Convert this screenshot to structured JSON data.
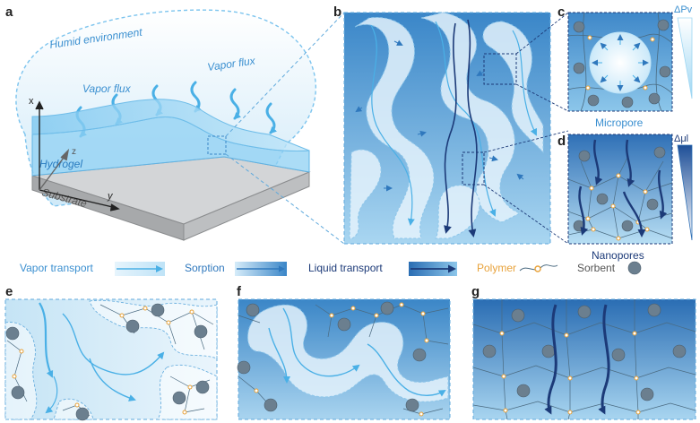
{
  "panels": {
    "a": "a",
    "b": "b",
    "c": "c",
    "d": "d",
    "e": "e",
    "f": "f",
    "g": "g"
  },
  "panel_a": {
    "humid_environment": "Humid environment",
    "vapor_flux_left": "Vapor flux",
    "vapor_flux_right": "Vapor flux",
    "hydrogel": "Hydrogel",
    "substrate": "Substrate",
    "axis_x": "x",
    "axis_y": "y",
    "axis_z": "z"
  },
  "panel_c": {
    "label": "Micropore",
    "gradient_label": "ΔPv"
  },
  "panel_d": {
    "label": "Nanopores",
    "gradient_label": "Δμl"
  },
  "legend": {
    "vapor_transport": "Vapor transport",
    "sorption": "Sorption",
    "liquid_transport": "Liquid transport",
    "polymer": "Polymer",
    "sorbent": "Sorbent"
  },
  "colors": {
    "vapor": "#4ab0e6",
    "liquid": "#1c3a78",
    "polymer": "#e8a23a",
    "sorbent": "#6b7f8f",
    "hydrogel": "#8fd0f3",
    "substrate": "#c9cbcd"
  }
}
